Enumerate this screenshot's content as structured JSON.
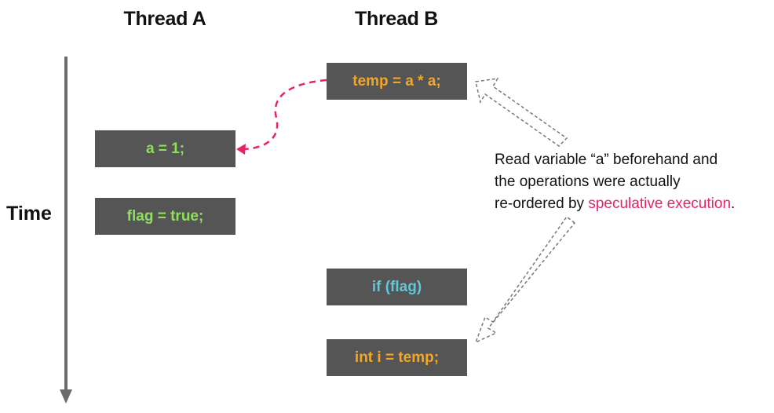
{
  "headers": {
    "thread_a": "Thread A",
    "thread_b": "Thread B"
  },
  "time_label": "Time",
  "thread_a_ops": [
    {
      "text": "a = 1;",
      "color": "#8de05a"
    },
    {
      "text": "flag = true;",
      "color": "#8de05a"
    }
  ],
  "thread_b_ops": [
    {
      "text": "temp = a * a;",
      "color": "#f5a623"
    },
    {
      "text": "if (flag)",
      "color": "#5ec8d8"
    },
    {
      "text": "int i = temp;",
      "color": "#f5a623"
    }
  ],
  "note": {
    "line1": "Read variable “a” beforehand and",
    "line2": "the operations were actually",
    "line3_prefix": "re-ordered by ",
    "line3_highlight": "speculative execution",
    "line3_suffix": "."
  },
  "colors": {
    "highlight": "#e8216b",
    "axis": "#6b6b6b",
    "read_arrow": "#e8216b",
    "hollow_arrow": "#777777"
  }
}
